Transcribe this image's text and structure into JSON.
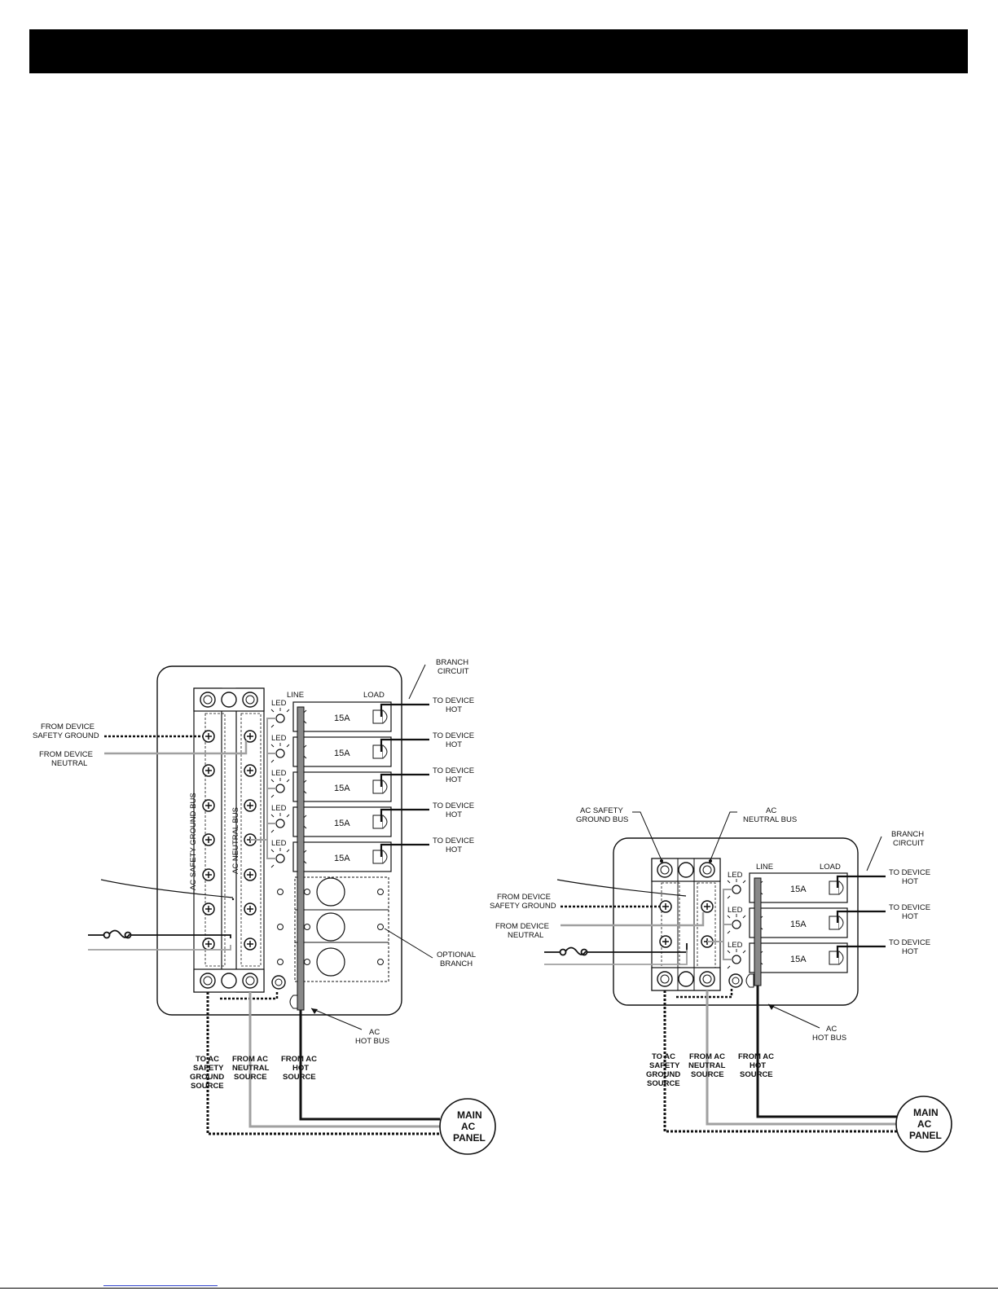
{
  "header": {
    "title": ""
  },
  "colors": {
    "header_bar": "#000000",
    "wire_hot": "#111111",
    "wire_neutral": "#a0a0a0",
    "wire_ground": "#111111"
  },
  "left_panel": {
    "branch_circuit": [
      "BRANCH",
      "CIRCUIT"
    ],
    "line": "LINE",
    "load": "LOAD",
    "led": "LED",
    "breakers": [
      "15A",
      "15A",
      "15A",
      "15A",
      "15A"
    ],
    "to_device_hot": [
      "TO DEVICE",
      "HOT"
    ],
    "from_device_safety_ground": [
      "FROM DEVICE",
      "SAFETY GROUND"
    ],
    "from_device_neutral": [
      "FROM DEVICE",
      "NEUTRAL"
    ],
    "ground_bus_label": "AC SAFETY GROUND BUS",
    "neutral_bus_label": "AC NEUTRAL BUS",
    "optional_branch": [
      "OPTIONAL",
      "BRANCH"
    ],
    "ac_hot_bus": [
      "AC",
      "HOT BUS"
    ],
    "to_ac_safety_ground_source": [
      "TO AC",
      "SAFETY",
      "GROUND",
      "SOURCE"
    ],
    "from_ac_neutral_source": [
      "FROM AC",
      "NEUTRAL",
      "SOURCE"
    ],
    "from_ac_hot_source": [
      "FROM AC",
      "HOT",
      "SOURCE"
    ],
    "main_ac_panel": [
      "MAIN",
      "AC",
      "PANEL"
    ]
  },
  "right_panel": {
    "ac_safety_ground_bus": [
      "AC SAFETY",
      "GROUND BUS"
    ],
    "ac_neutral_bus": [
      "AC",
      "NEUTRAL BUS"
    ],
    "branch_circuit": [
      "BRANCH",
      "CIRCUIT"
    ],
    "line": "LINE",
    "load": "LOAD",
    "led": "LED",
    "breakers": [
      "15A",
      "15A",
      "15A"
    ],
    "to_device_hot": [
      "TO DEVICE",
      "HOT"
    ],
    "from_device_safety_ground": [
      "FROM DEVICE",
      "SAFETY GROUND"
    ],
    "from_device_neutral": [
      "FROM DEVICE",
      "NEUTRAL"
    ],
    "ac_hot_bus": [
      "AC",
      "HOT BUS"
    ],
    "to_ac_safety_ground_source": [
      "TO AC",
      "SAFETY",
      "GROUND",
      "SOURCE"
    ],
    "from_ac_neutral_source": [
      "FROM AC",
      "NEUTRAL",
      "SOURCE"
    ],
    "from_ac_hot_source": [
      "FROM AC",
      "HOT",
      "SOURCE"
    ],
    "main_ac_panel": [
      "MAIN",
      "AC",
      "PANEL"
    ]
  }
}
